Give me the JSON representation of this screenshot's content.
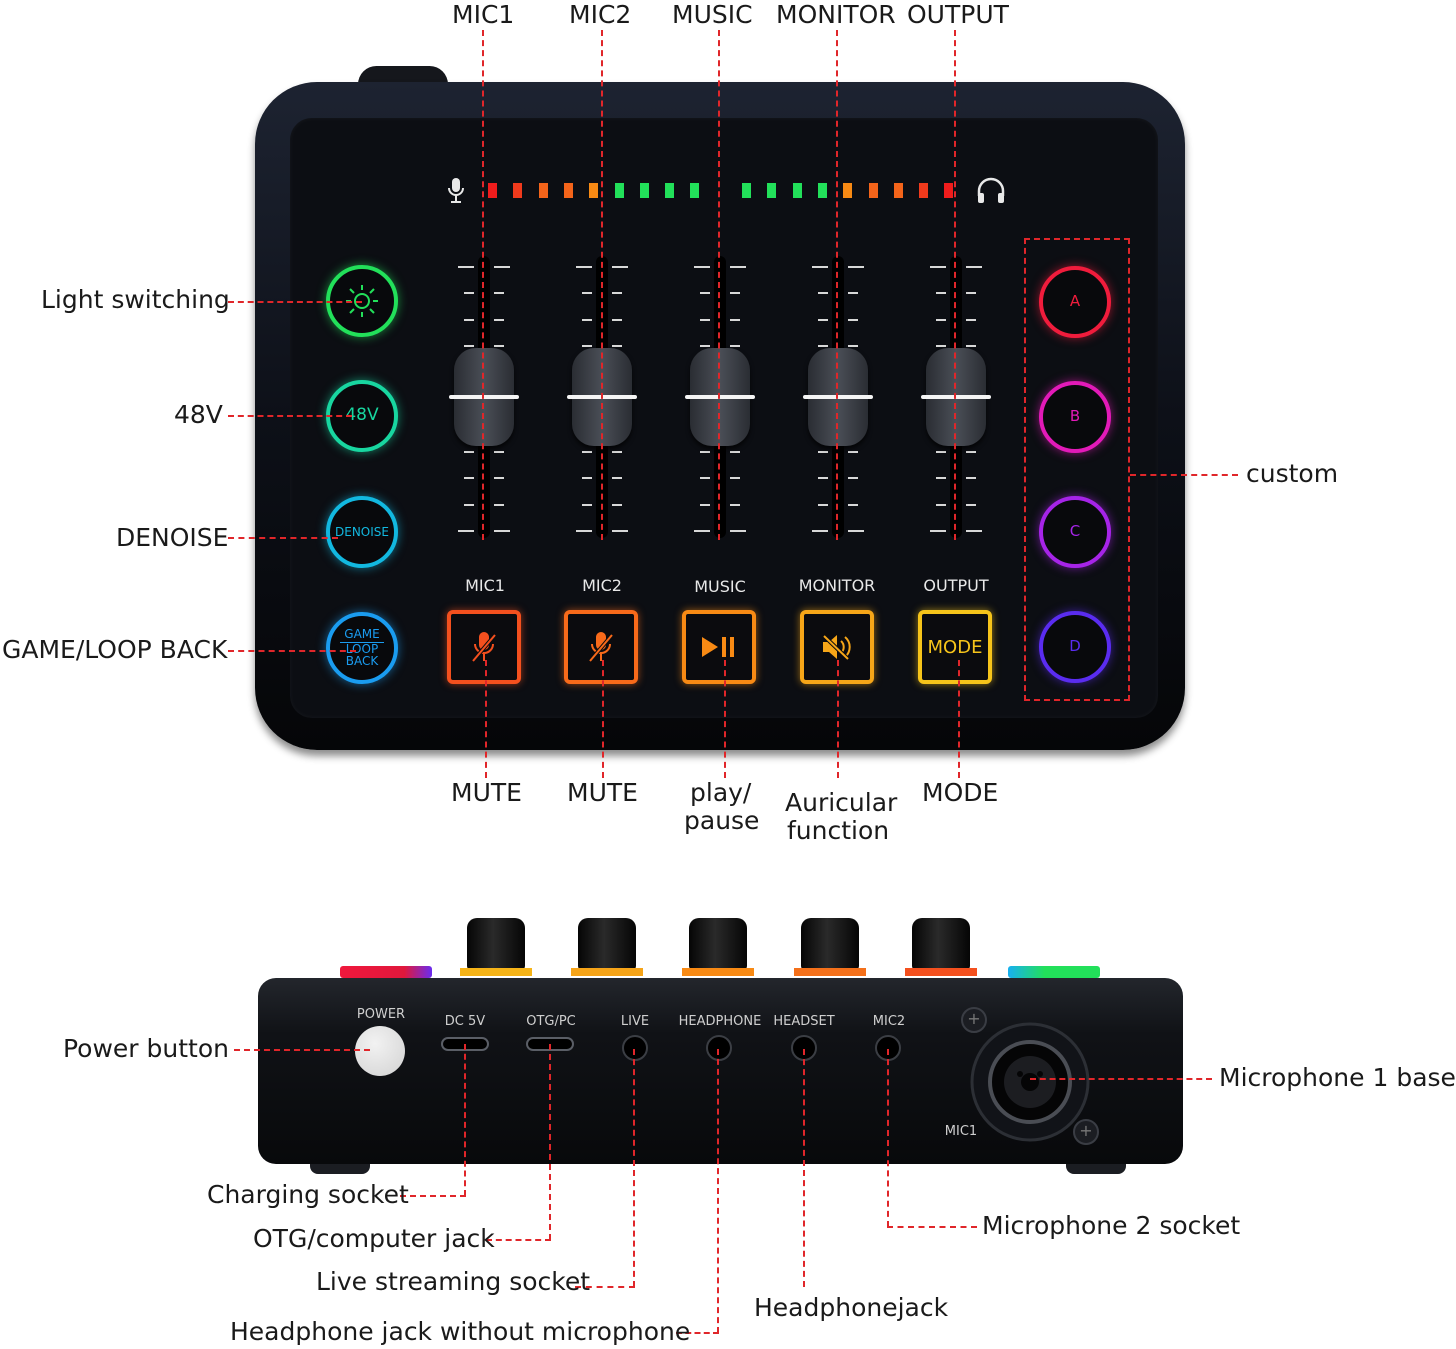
{
  "top_labels": [
    "MIC1",
    "MIC2",
    "MUSIC",
    "MONITOR",
    "OUTPUT"
  ],
  "left_labels": {
    "light": "Light switching",
    "v48": "48V",
    "denoise": "DENOISE",
    "game": "GAME/LOOP BACK"
  },
  "left_buttons": {
    "v48": "48V",
    "denoise": "DENOISE",
    "game_top": "GAME",
    "game_bottom_1": "LOOP",
    "game_bottom_2": "BACK"
  },
  "custom_buttons": [
    "A",
    "B",
    "C",
    "D"
  ],
  "custom_label": "custom",
  "channel_labels": [
    "MIC1",
    "MIC2",
    "MUSIC",
    "MONITOR",
    "OUTPUT"
  ],
  "mode_button": "MODE",
  "bottom_labels": {
    "mute1": "MUTE",
    "mute2": "MUTE",
    "play_1": "play/",
    "play_2": "pause",
    "aur_1": "Auricular",
    "aur_2": "function",
    "mode": "MODE"
  },
  "side_ports": {
    "power": "POWER",
    "dc": "DC 5V",
    "otg": "OTG/PC",
    "live": "LIVE",
    "headphone": "HEADPHONE",
    "headset": "HEADSET",
    "mic2": "MIC2",
    "mic1": "MIC1"
  },
  "callouts": {
    "power": "Power button",
    "mic1_base": "Microphone 1 base",
    "charging": "Charging socket",
    "otg": "OTG/computer jack",
    "live": "Live streaming socket",
    "headphone": "Headphone jack without microphone",
    "mic2": "Microphone 2 socket",
    "headphonejack": "Headphonejack"
  },
  "colors": {
    "leader": "#e0262a",
    "green": "#22e05a",
    "teal": "#18d6a0",
    "cyan": "#12b8e0",
    "blue": "#1a9cf0",
    "red": "#f01c3c",
    "magenta": "#e21ab8",
    "purple": "#a624e8",
    "violet": "#5a2cf0",
    "orange_red": "#f4501e",
    "orange": "#f88a14",
    "yellow": "#f6c41a"
  },
  "icons": [
    "microphone-icon",
    "headphones-icon",
    "sun-icon",
    "mic-mute-icon",
    "play-pause-icon",
    "speaker-mute-icon"
  ]
}
